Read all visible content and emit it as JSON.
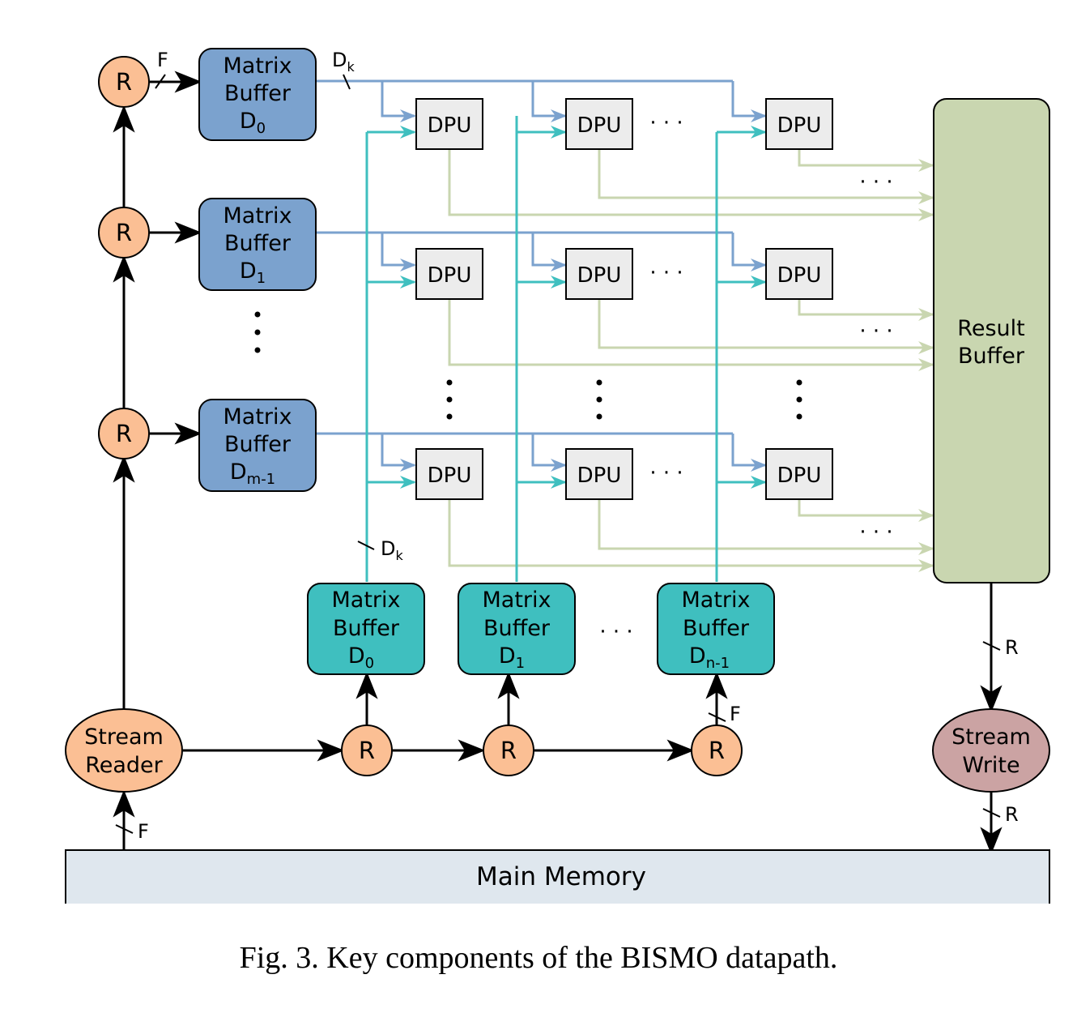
{
  "register_label": "R",
  "dpu_label": "DPU",
  "ellipsis": "· · ·",
  "row_buffers": [
    {
      "line1": "Matrix",
      "line2": "Buffer",
      "base": "D",
      "sub": "0"
    },
    {
      "line1": "Matrix",
      "line2": "Buffer",
      "base": "D",
      "sub": "1"
    },
    {
      "line1": "Matrix",
      "line2": "Buffer",
      "base": "D",
      "sub": "m-1"
    }
  ],
  "col_buffers": [
    {
      "line1": "Matrix",
      "line2": "Buffer",
      "base": "D",
      "sub": "0"
    },
    {
      "line1": "Matrix",
      "line2": "Buffer",
      "base": "D",
      "sub": "1"
    },
    {
      "line1": "Matrix",
      "line2": "Buffer",
      "base": "D",
      "sub": "n-1"
    }
  ],
  "result_buffer": {
    "line1": "Result",
    "line2": "Buffer"
  },
  "stream_reader": {
    "line1": "Stream",
    "line2": "Reader"
  },
  "stream_write": {
    "line1": "Stream",
    "line2": "Write"
  },
  "main_memory": "Main Memory",
  "bus_labels": {
    "f": "F",
    "r": "R",
    "dk_base": "D",
    "dk_sub": "k"
  },
  "caption": "Fig. 3.  Key components of the BISMO datapath.",
  "colors": {
    "register_fill": "#fbbf94",
    "row_buffer_fill": "#7ba2ce",
    "col_buffer_fill": "#3fbfbf",
    "dpu_fill": "#ececec",
    "result_fill": "#c9d6b0",
    "stream_write_fill": "#cba3a3",
    "memory_fill": "#dfe7ee",
    "row_wire": "#7ba2ce",
    "col_wire": "#3fbfbf",
    "result_wire": "#c9d6b0"
  }
}
